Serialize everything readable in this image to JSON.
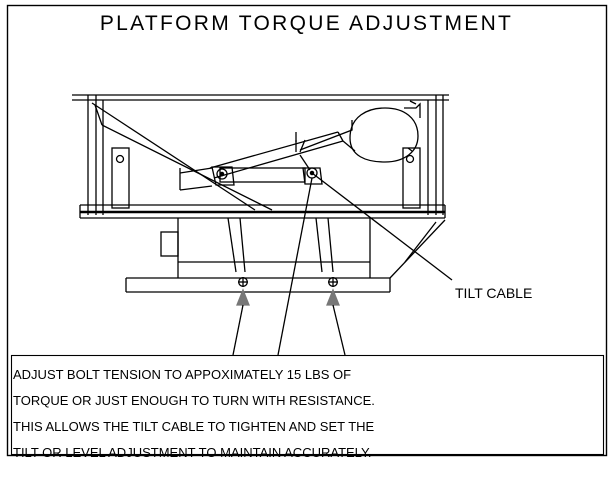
{
  "diagram": {
    "title": "PLATFORM TORQUE ADJUSTMENT",
    "callout_label": "TILT CABLE",
    "instructions": [
      "ADJUST BOLT TENSION TO APPOXIMATELY 15 LBS OF",
      "TORQUE OR JUST ENOUGH TO TURN WITH RESISTANCE.",
      "THIS ALLOWS THE TILT CABLE TO TIGHTEN AND SET THE",
      "TILT OR LEVEL ADJUSTMENT TO MAINTAIN ACCURATELY."
    ]
  }
}
